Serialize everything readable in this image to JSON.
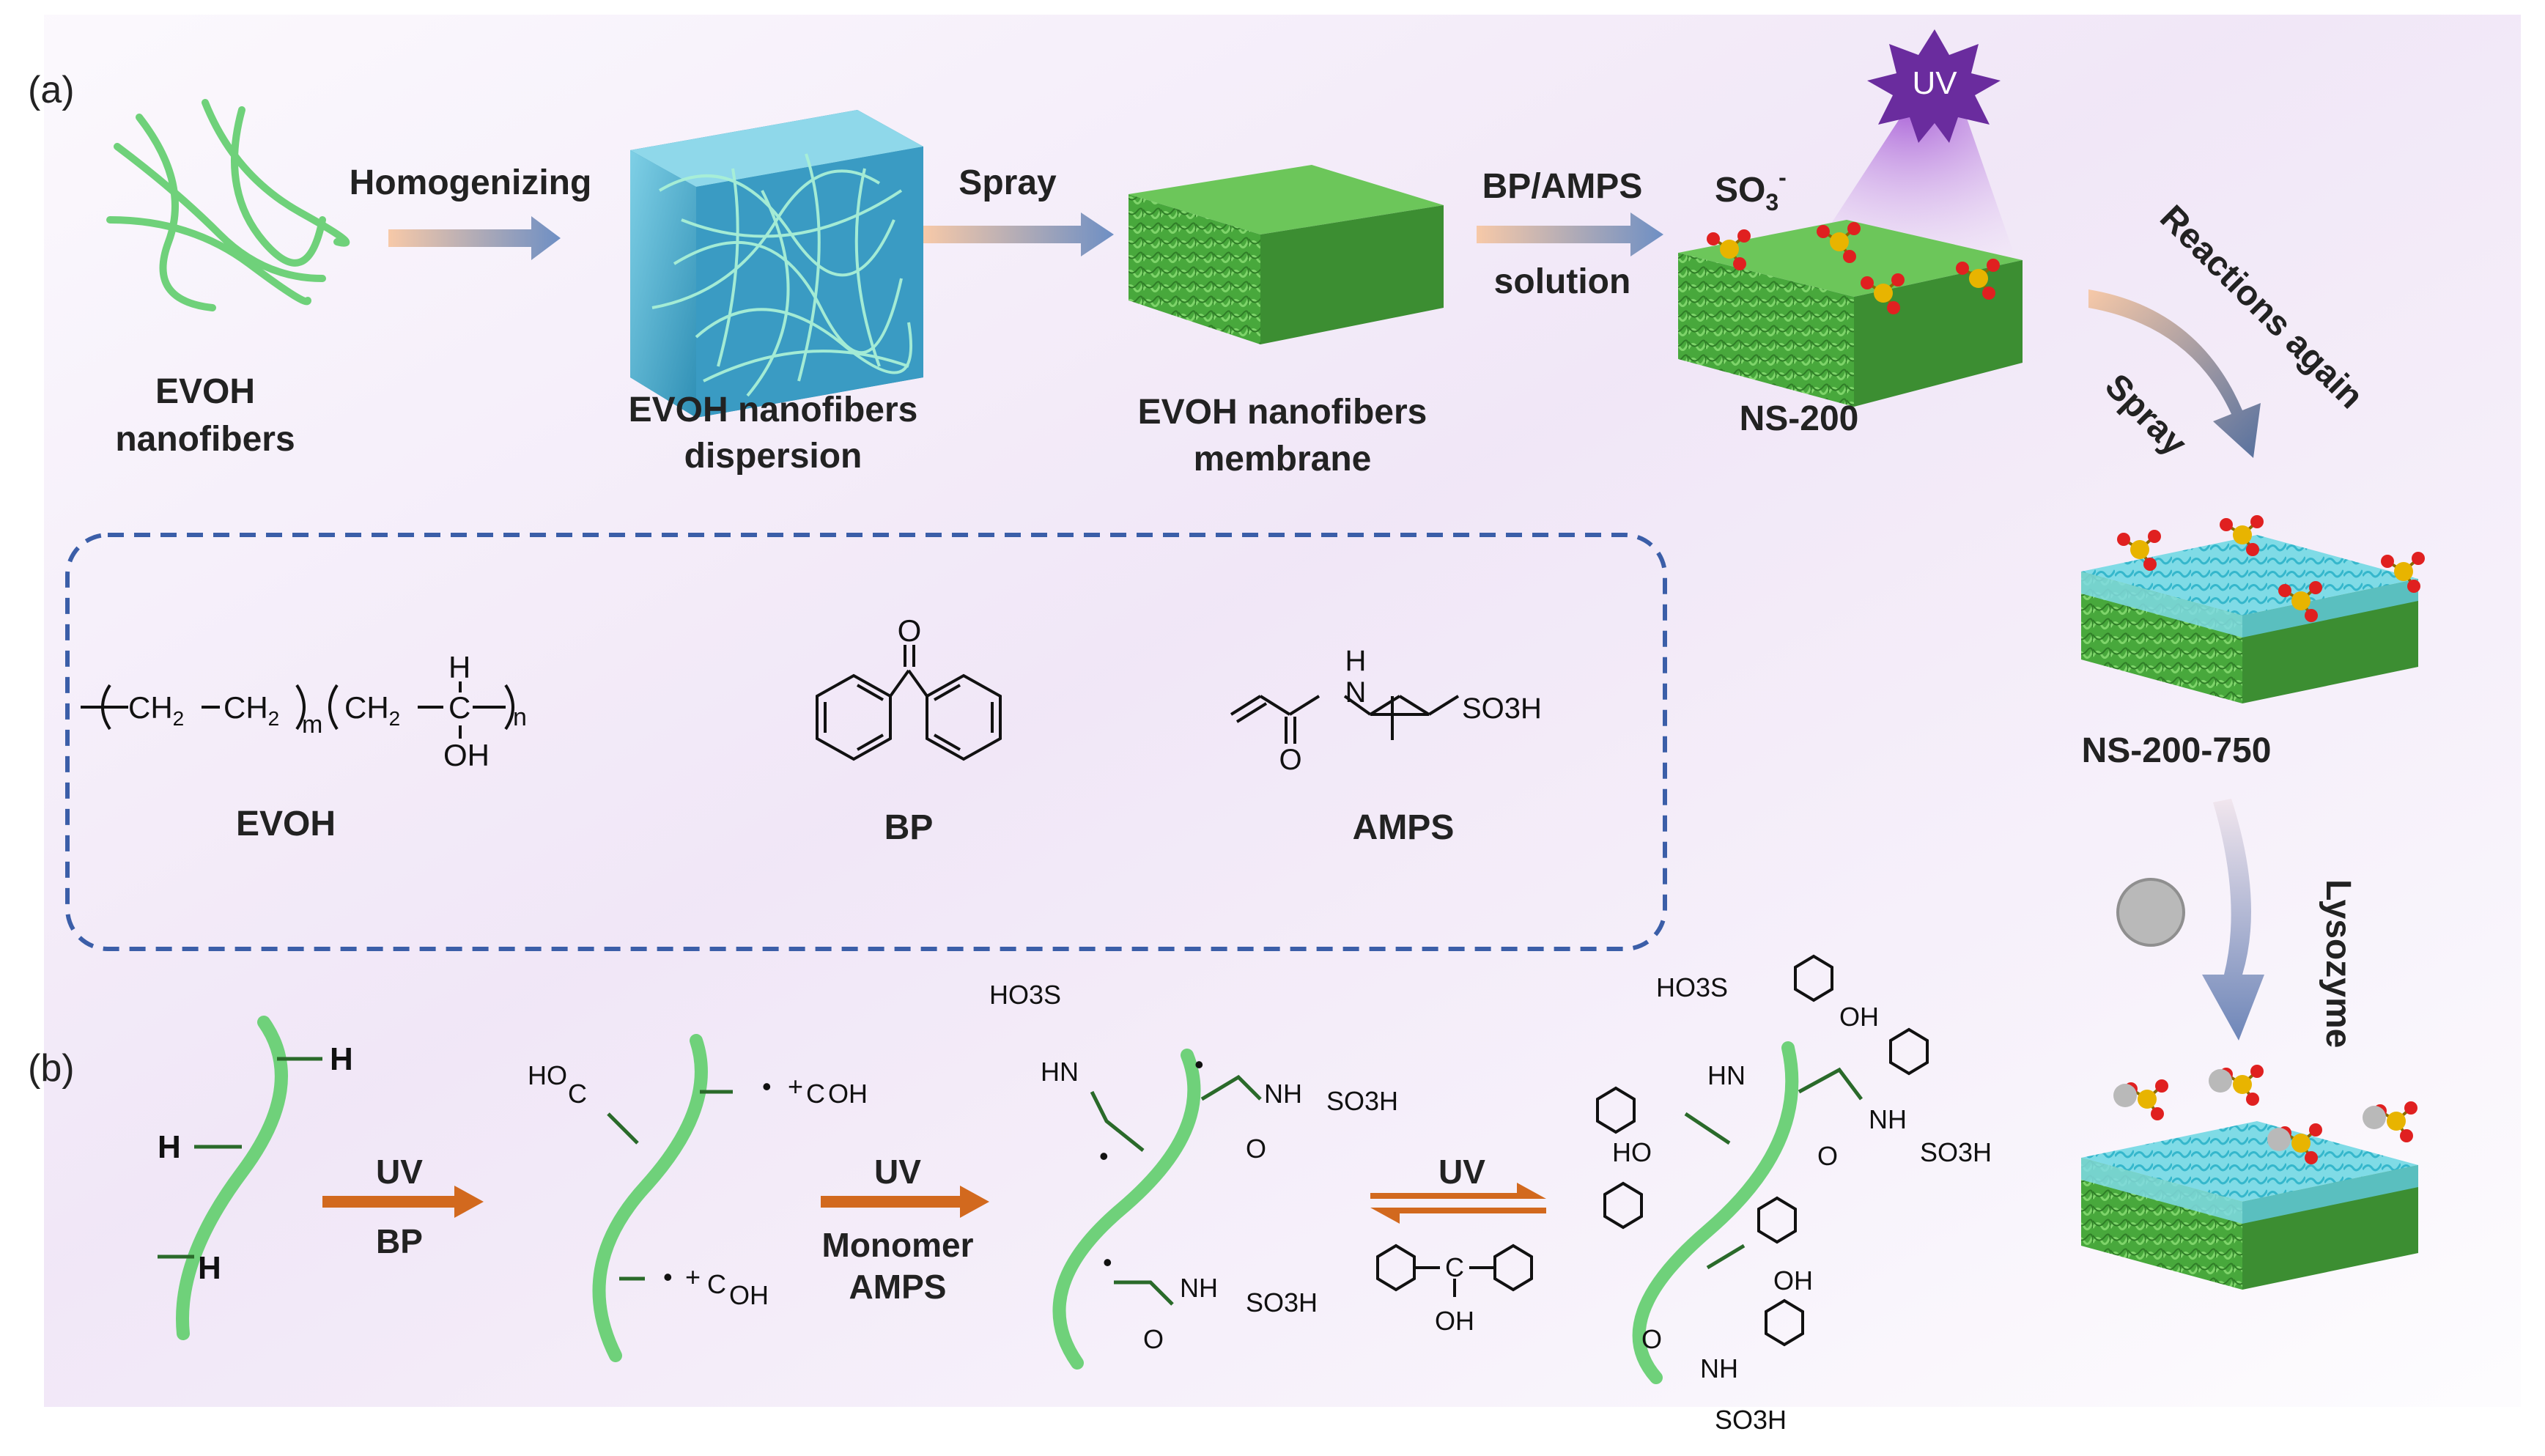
{
  "panel_labels": {
    "a": "(a)",
    "b": "(b)"
  },
  "panel_a": {
    "stages": [
      {
        "label_line1": "EVOH",
        "label_line2": "nanofibers"
      },
      {
        "label_line1": "EVOH nanofibers",
        "label_line2": "dispersion"
      },
      {
        "label_line1": "EVOH nanofibers",
        "label_line2": "membrane"
      },
      {
        "label_line1": "NS-200"
      },
      {
        "label_line1": "NS-200-750"
      }
    ],
    "arrows": {
      "homogenizing": "Homogenizing",
      "spray": "Spray",
      "bp_amps": "BP/AMPS",
      "solution": "solution",
      "spray_curved": "Spray",
      "reactions_again": "Reactions again",
      "lysozyme": "Lysozyme"
    },
    "uv_badge": "UV",
    "so3_label": "SO",
    "so3_sub": "3",
    "so3_sup": "-"
  },
  "molecules": {
    "evoh_formula": {
      "ch2": "CH",
      "two": "2",
      "m": "m",
      "n": "n",
      "h": "H",
      "c": "C",
      "oh": "OH"
    },
    "evoh_name": "EVOH",
    "bp_name": "BP",
    "bp_o": "O",
    "amps_name": "AMPS",
    "amps_h": "H",
    "amps_n": "N",
    "amps_o": "O",
    "amps_so3h": "SO3H"
  },
  "panel_b": {
    "h_labels": [
      "H",
      "H",
      "H"
    ],
    "arrow1_top": "UV",
    "arrow1_bottom": "BP",
    "arrow2_top": "UV",
    "arrow2_bottom_line1": "Monomer",
    "arrow2_bottom_line2": "AMPS",
    "arrow3_top": "UV",
    "ho": "HO",
    "oh": "OH",
    "c": "C",
    "nh": "NH",
    "hn": "HN",
    "o": "O",
    "so3h": "SO3H",
    "ho3s": "HO3S",
    "radical": "•",
    "plus": "+"
  },
  "colors": {
    "fiber_green": "#6fd17a",
    "membrane_green": "#43a33a",
    "cyan_layer": "#5fd2e0",
    "cube_blue": "#3aa6c9",
    "arrow_orange": "#d2691e",
    "sulfur_yellow": "#e8b400",
    "oxygen_red": "#e02020",
    "uv_purple": "#6a2c9e",
    "dashed_box": "#3b5ea8"
  }
}
